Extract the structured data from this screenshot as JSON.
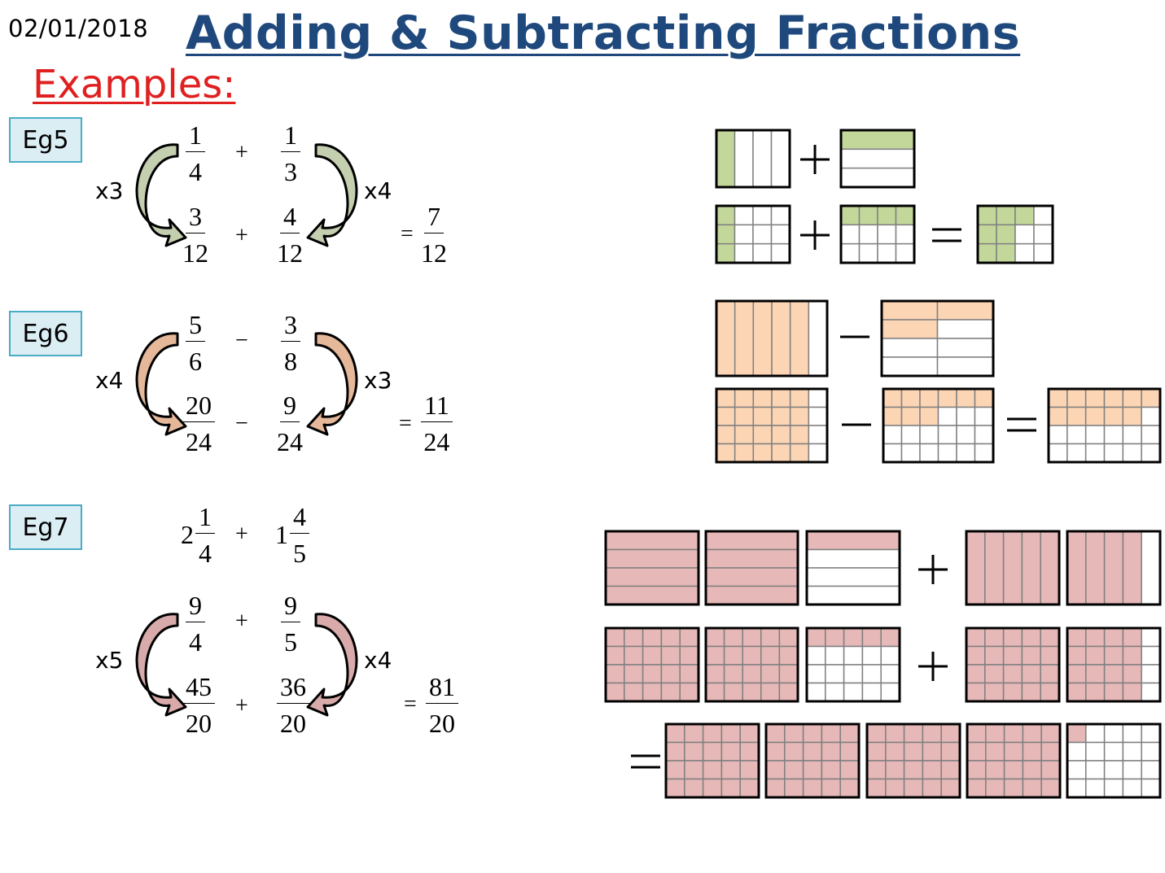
{
  "header": {
    "date": "02/01/2018",
    "title": "Adding & Subtracting Fractions",
    "subtitle": "Examples:"
  },
  "examples": [
    {
      "label": "Eg5",
      "top": {
        "a": {
          "n": "1",
          "d": "4"
        },
        "op": "+",
        "b": {
          "n": "1",
          "d": "3"
        }
      },
      "bottom": {
        "a": {
          "n": "3",
          "d": "12"
        },
        "op": "+",
        "b": {
          "n": "4",
          "d": "12"
        }
      },
      "result": {
        "n": "7",
        "d": "12"
      },
      "left_mult": "x3",
      "right_mult": "x4",
      "arrow_color": "#c4cfb0"
    },
    {
      "label": "Eg6",
      "top": {
        "a": {
          "n": "5",
          "d": "6"
        },
        "op": "−",
        "b": {
          "n": "3",
          "d": "8"
        }
      },
      "bottom": {
        "a": {
          "n": "20",
          "d": "24"
        },
        "op": "−",
        "b": {
          "n": "9",
          "d": "24"
        }
      },
      "result": {
        "n": "11",
        "d": "24"
      },
      "left_mult": "x4",
      "right_mult": "x3",
      "arrow_color": "#e6b89a"
    },
    {
      "label": "Eg7",
      "mixed": {
        "a_whole": "2",
        "a": {
          "n": "1",
          "d": "4"
        },
        "op": "+",
        "b_whole": "1",
        "b": {
          "n": "4",
          "d": "5"
        }
      },
      "top": {
        "a": {
          "n": "9",
          "d": "4"
        },
        "op": "+",
        "b": {
          "n": "9",
          "d": "5"
        }
      },
      "bottom": {
        "a": {
          "n": "45",
          "d": "20"
        },
        "op": "+",
        "b": {
          "n": "36",
          "d": "20"
        }
      },
      "result": {
        "n": "81",
        "d": "20"
      },
      "left_mult": "x5",
      "right_mult": "x4",
      "arrow_color": "#d9aaaa"
    }
  ],
  "diagram_ops": {
    "plus": "+",
    "minus": "−",
    "equals": "="
  },
  "colors": {
    "green": "#c4d79b",
    "orange": "#fcd5b4",
    "pink": "#e6b8b7",
    "grid_line": "#808080",
    "box_border": "#000000"
  },
  "bars": [
    {
      "group": "eg5",
      "cols": 4,
      "rows": 1,
      "filled": 1,
      "fill": "green",
      "orient": "col"
    },
    {
      "group": "eg5",
      "cols": 1,
      "rows": 3,
      "filled": 1,
      "fill": "green",
      "orient": "row"
    },
    {
      "group": "eg5",
      "cols": 4,
      "rows": 3,
      "filled": 3,
      "fill": "green",
      "orient": "col"
    },
    {
      "group": "eg5",
      "cols": 4,
      "rows": 3,
      "filled": 4,
      "fill": "green",
      "orient": "row"
    },
    {
      "group": "eg5",
      "cols": 4,
      "rows": 3,
      "filled": 7,
      "fill": "green",
      "orient": "col"
    },
    {
      "group": "eg6",
      "cols": 6,
      "rows": 1,
      "filled": 5,
      "fill": "orange",
      "orient": "col"
    },
    {
      "group": "eg6",
      "cols": 2,
      "rows": 4,
      "filled": 3,
      "fill": "orange",
      "orient": "row"
    },
    {
      "group": "eg6",
      "cols": 6,
      "rows": 4,
      "filled": 20,
      "fill": "orange",
      "orient": "col"
    },
    {
      "group": "eg6",
      "cols": 6,
      "rows": 4,
      "filled": 9,
      "fill": "orange",
      "orient": "row"
    },
    {
      "group": "eg6",
      "cols": 6,
      "rows": 4,
      "filled": 11,
      "fill": "orange",
      "orient": "row"
    },
    {
      "group": "eg7",
      "cols": 1,
      "rows": 4,
      "filled": 4,
      "fill": "pink",
      "orient": "row"
    },
    {
      "group": "eg7",
      "cols": 1,
      "rows": 4,
      "filled": 4,
      "fill": "pink",
      "orient": "row"
    },
    {
      "group": "eg7",
      "cols": 1,
      "rows": 4,
      "filled": 1,
      "fill": "pink",
      "orient": "row"
    },
    {
      "group": "eg7",
      "cols": 5,
      "rows": 1,
      "filled": 5,
      "fill": "pink",
      "orient": "col"
    },
    {
      "group": "eg7",
      "cols": 5,
      "rows": 1,
      "filled": 4,
      "fill": "pink",
      "orient": "col"
    },
    {
      "group": "eg7",
      "cols": 5,
      "rows": 4,
      "filled": 20,
      "fill": "pink",
      "orient": "col"
    },
    {
      "group": "eg7",
      "cols": 5,
      "rows": 4,
      "filled": 20,
      "fill": "pink",
      "orient": "col"
    },
    {
      "group": "eg7",
      "cols": 5,
      "rows": 4,
      "filled": 5,
      "fill": "pink",
      "orient": "row"
    },
    {
      "group": "eg7",
      "cols": 5,
      "rows": 4,
      "filled": 20,
      "fill": "pink",
      "orient": "col"
    },
    {
      "group": "eg7",
      "cols": 5,
      "rows": 4,
      "filled": 16,
      "fill": "pink",
      "orient": "col"
    },
    {
      "group": "eg7",
      "cols": 5,
      "rows": 4,
      "filled": 20,
      "fill": "pink",
      "orient": "col"
    },
    {
      "group": "eg7",
      "cols": 5,
      "rows": 4,
      "filled": 20,
      "fill": "pink",
      "orient": "col"
    },
    {
      "group": "eg7",
      "cols": 5,
      "rows": 4,
      "filled": 20,
      "fill": "pink",
      "orient": "col"
    },
    {
      "group": "eg7",
      "cols": 5,
      "rows": 4,
      "filled": 20,
      "fill": "pink",
      "orient": "col"
    },
    {
      "group": "eg7",
      "cols": 5,
      "rows": 4,
      "filled": 1,
      "fill": "pink",
      "orient": "col"
    }
  ]
}
